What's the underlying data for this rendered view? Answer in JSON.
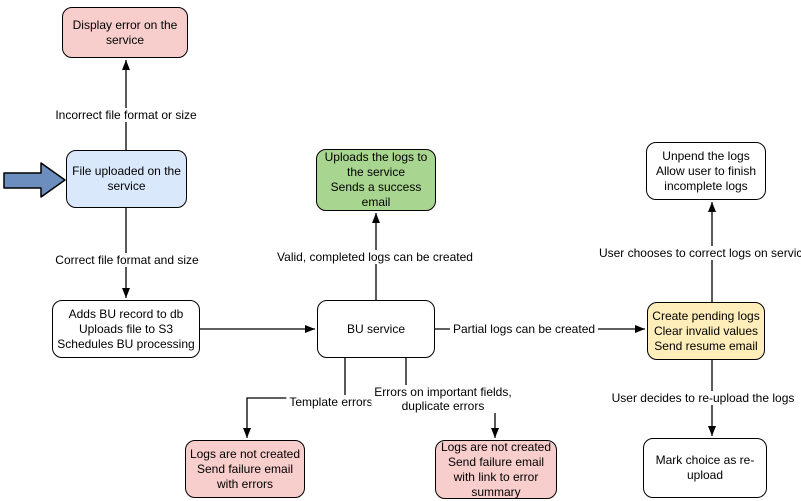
{
  "diagram": {
    "type": "flowchart",
    "colors": {
      "node_border": "#000000",
      "edge_color": "#000000",
      "pink_fill": "#f8cecc",
      "blue_fill": "#dae8fc",
      "green_fill": "#a8d58f",
      "yellow_fill": "#ffeeba",
      "white_fill": "#ffffff",
      "input_arrow_fill": "#6c8ebf",
      "background": "#ffffff"
    },
    "icons": {
      "input_arrow": "thick-right-arrow-icon"
    },
    "nodes": {
      "display_error": {
        "lines": [
          "Display error on the",
          "service"
        ],
        "fill": "#f8cecc"
      },
      "file_uploaded": {
        "lines": [
          "File uploaded on the",
          "service"
        ],
        "fill": "#dae8fc"
      },
      "adds_bu_record": {
        "lines": [
          "Adds BU record to db",
          "Uploads file to S3",
          "Schedules BU processing"
        ],
        "fill": "#ffffff"
      },
      "bu_service": {
        "lines": [
          "BU service"
        ],
        "fill": "#ffffff"
      },
      "uploads_logs": {
        "lines": [
          "Uploads the logs to",
          "the service",
          "Sends a success",
          "email"
        ],
        "fill": "#a8d58f"
      },
      "create_pending": {
        "lines": [
          "Create pending logs",
          "Clear invalid values",
          "Send resume email"
        ],
        "fill": "#ffeeba"
      },
      "unpend_logs": {
        "lines": [
          "Unpend the logs",
          "Allow user to finish",
          "incomplete logs"
        ],
        "fill": "#ffffff"
      },
      "mark_choice": {
        "lines": [
          "Mark choice as re-",
          "upload"
        ],
        "fill": "#ffffff"
      },
      "logs_not_created_errors": {
        "lines": [
          "Logs are not created",
          "Send failure email",
          "with errors"
        ],
        "fill": "#f8cecc"
      },
      "logs_not_created_summary": {
        "lines": [
          "Logs are not created",
          "Send failure email",
          "with link to error",
          "summary"
        ],
        "fill": "#f8cecc"
      }
    },
    "edge_labels": {
      "incorrect_format": "Incorrect file format or size",
      "correct_format": "Correct file format and size",
      "valid_completed": "Valid, completed logs can be created",
      "partial_logs": "Partial logs can be created",
      "template_errors": "Template errors",
      "errors_important": {
        "lines": [
          "Errors on important fields,",
          "duplicate errors"
        ]
      },
      "user_corrects": "User chooses to correct logs on service",
      "user_reuploads": "User decides to re-upload the logs"
    }
  }
}
